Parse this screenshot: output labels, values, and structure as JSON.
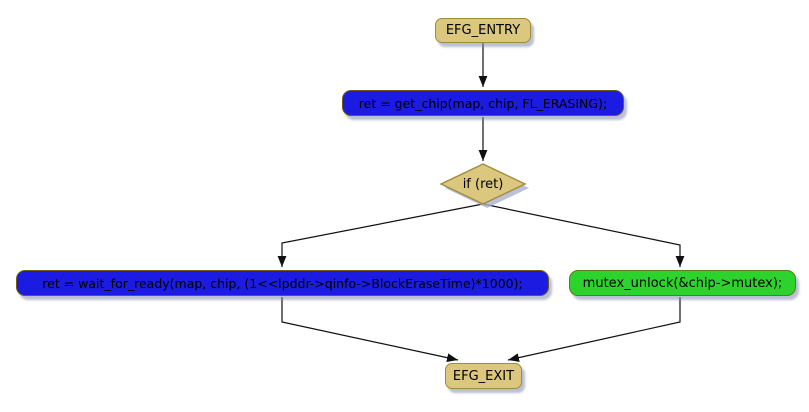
{
  "diagram": {
    "type": "flowchart",
    "background": "#ffffff",
    "nodes": {
      "entry": {
        "id": "entry",
        "shape": "rounded-box",
        "label": "EFG_ENTRY",
        "fill": "#dbc87e",
        "border": "#9e8c3c",
        "text_color": "#000000"
      },
      "get_chip": {
        "id": "get_chip",
        "shape": "rounded-box",
        "label": "ret = get_chip(map, chip, FL_ERASING);",
        "fill": "#1b1be2",
        "border": "#6e5a14",
        "text_color": "#000000"
      },
      "if_ret": {
        "id": "if_ret",
        "shape": "diamond",
        "label": "if (ret)",
        "fill": "#dbc87e",
        "border": "#9e8c3c",
        "text_color": "#000000"
      },
      "wait_for_ready": {
        "id": "wait_for_ready",
        "shape": "rounded-box",
        "label": "ret = wait_for_ready(map, chip, (1<<lpddr->qinfo->BlockEraseTime)*1000);",
        "fill": "#1b1be2",
        "border": "#6e5a14",
        "text_color": "#000000"
      },
      "mutex_unlock": {
        "id": "mutex_unlock",
        "shape": "rounded-box",
        "label": "mutex_unlock(&chip->mutex);",
        "fill": "#2cd32c",
        "border": "#5e7a14",
        "text_color": "#000000"
      },
      "exit": {
        "id": "exit",
        "shape": "rounded-box",
        "label": "EFG_EXIT",
        "fill": "#dbc87e",
        "border": "#9e8c3c",
        "text_color": "#000000"
      }
    },
    "edges": [
      {
        "from": "entry",
        "to": "get_chip"
      },
      {
        "from": "get_chip",
        "to": "if_ret"
      },
      {
        "from": "if_ret",
        "to": "wait_for_ready"
      },
      {
        "from": "if_ret",
        "to": "mutex_unlock"
      },
      {
        "from": "wait_for_ready",
        "to": "exit"
      },
      {
        "from": "mutex_unlock",
        "to": "exit"
      }
    ],
    "edge_color": "#101010",
    "shadow_color": "#828aaf"
  }
}
